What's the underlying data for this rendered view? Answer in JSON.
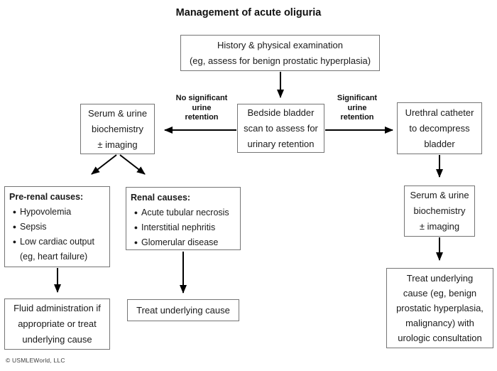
{
  "title": "Management of acute oliguria",
  "colors": {
    "background": "#ffffff",
    "box_border": "#757575",
    "text": "#1a1a1a",
    "arrow": "#000000"
  },
  "edge_labels": {
    "no_retention": {
      "lines": [
        "No significant",
        "urine",
        "retention"
      ]
    },
    "retention": {
      "lines": [
        "Significant",
        "urine",
        "retention"
      ]
    }
  },
  "nodes": {
    "history": {
      "lines": [
        "History & physical examination",
        "(eg, assess for benign prostatic hyperplasia)"
      ]
    },
    "bedside": {
      "lines": [
        "Bedside bladder",
        "scan to assess for",
        "urinary retention"
      ]
    },
    "serum_left": {
      "lines": [
        "Serum & urine",
        "biochemistry",
        "± imaging"
      ]
    },
    "urethral": {
      "lines": [
        "Urethral catheter",
        "to decompress",
        "bladder"
      ]
    },
    "prerenal": {
      "heading": "Pre-renal causes:",
      "bullets": [
        "Hypovolemia",
        "Sepsis",
        "Low cardiac output (eg, heart failure)"
      ]
    },
    "renal": {
      "heading": "Renal causes:",
      "bullets": [
        "Acute tubular necrosis",
        "Interstitial nephritis",
        "Glomerular disease"
      ]
    },
    "fluid": {
      "lines": [
        "Fluid administration if",
        "appropriate or treat",
        "underlying cause"
      ]
    },
    "treat_simple": {
      "lines": [
        "Treat underlying cause"
      ]
    },
    "serum_right": {
      "lines": [
        "Serum & urine",
        "biochemistry",
        "± imaging"
      ]
    },
    "treat_urologic": {
      "lines": [
        "Treat underlying",
        "cause (eg, benign",
        "prostatic hyperplasia,",
        "malignancy) with",
        "urologic consultation"
      ]
    }
  },
  "footer": {
    "copyright": "© USMLEWorld, LLC"
  }
}
